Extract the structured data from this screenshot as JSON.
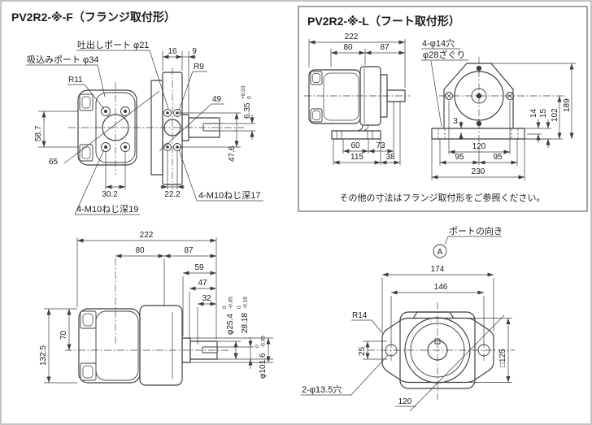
{
  "flange": {
    "title": "PV2R2-※-F（フランジ取付形）",
    "discharge_port_label": "吐出しポート φ21",
    "suction_port_label": "吸込みポート φ34",
    "radius_front": "R11",
    "radius_rear": "R9",
    "d16": "16",
    "d9": "9",
    "d49": "49",
    "d58_7": "58.7",
    "d65": "65",
    "d30_2": "30.2",
    "d22_2": "22.2",
    "d47_6": "47.6",
    "key_width": "6.35",
    "key_width_tol_upper": "+0.03",
    "key_width_tol_lower": "0",
    "thread_front_label": "4-M10ねじ深19",
    "thread_rear_label": "4-M10ねじ深17"
  },
  "foot": {
    "title": "PV2R2-※-L（フート取付形）",
    "holes_label": "4-φ14穴",
    "counterbore_label": "φ28ざぐり",
    "d222": "222",
    "d80": "80",
    "d87": "87",
    "d60": "60",
    "d73": "73",
    "d115": "115",
    "d38": "38",
    "d189": "189",
    "d102": "102",
    "d14": "14",
    "d15": "15",
    "d3": "3",
    "d120": "120",
    "d95_left": "95",
    "d95_right": "95",
    "d230": "230",
    "note": "その他の寸法はフランジ取付形をご参照ください。"
  },
  "side": {
    "d222": "222",
    "d80": "80",
    "d87": "87",
    "d59": "59",
    "d47": "47",
    "d32": "32",
    "d132_5": "132.5",
    "d70": "70",
    "shaft_dia": "φ25.4",
    "shaft_dia_tol_upper": "0",
    "shaft_dia_tol_lower": "-0.05",
    "key_height": "28.18",
    "key_height_tol_upper": "0",
    "key_height_tol_lower": "-0.18",
    "pilot_dia": "φ101.6",
    "pilot_dia_tol_upper": "0",
    "pilot_dia_tol_lower": "-0.05"
  },
  "port": {
    "direction_label": "ポートの向き",
    "direction_mark": "A",
    "d174": "174",
    "d146": "146",
    "radius": "R14",
    "d25": "25",
    "square": "□125",
    "holes_label": "2-φ13.5穴",
    "d120": "120"
  }
}
